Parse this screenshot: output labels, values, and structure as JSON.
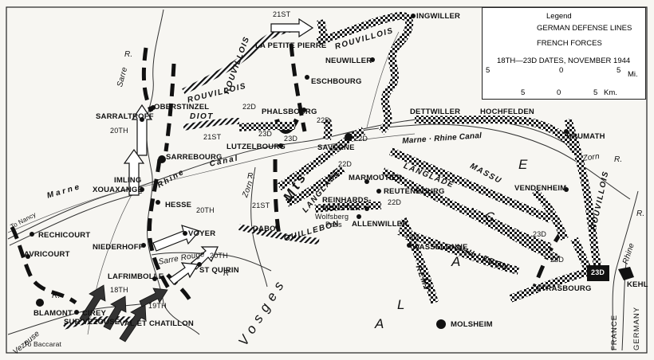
{
  "legend": {
    "title": "Legend",
    "german": "GERMAN DEFENSE LINES",
    "french": "FRENCH FORCES",
    "dates": "18TH—23D DATES, NOVEMBER 1944",
    "mi_ticks": [
      "5",
      "0",
      "5"
    ],
    "mi_unit": "Mi.",
    "km_ticks": [
      "5",
      "0",
      "5"
    ],
    "km_unit": "Km."
  },
  "towns": {
    "ingwiller": "INGWILLER",
    "la_petite_pierre": "LA PETITE PIERRE",
    "neuwiller": "NEUWILLER",
    "eschbourg": "ESCHBOURG",
    "oberstinzel": "OBERSTINZEL",
    "sarraltroff": "SARRALTROFF",
    "phalsbourg": "PHALSBOURG",
    "dettwiller": "DETTWILLER",
    "hochfelden": "HOCHFELDEN",
    "sarrebourg": "SARREBOURG",
    "lutzelbourg": "LUTZELBOURG",
    "saverne": "SAVERNE",
    "brumath": "BRUMATH",
    "imling": "IMLING",
    "xouaxange": "XOUAXANGE",
    "hesse": "HESSE",
    "marmoutier": "MARMOUTIER",
    "reutenbourg": "REUTENBOURG",
    "reinhardsmunster": "REINHARDS-",
    "munster": "MUNSTER",
    "vendenheim": "VENDENHEIM",
    "rechicourt": "RECHICOURT",
    "dabo": "DABO",
    "voyer": "VOYER",
    "wolfsberg": "Wolfsberg",
    "pass": "Pass",
    "allenwiller": "ALLENWILLER",
    "avricourt": "AVRICOURT",
    "niederhoff": "NIEDERHOFF",
    "wasselonne": "WASSELONNE",
    "lafrimbolle": "LAFRIMBOLLE",
    "st_quirin": "ST QUIRIN",
    "strasbourg": "STRASBOURG",
    "kehl": "KEHL",
    "blamont": "BLAMONT",
    "cirey": "CIREY",
    "sur_vezouse": "SUR VEZOUSE",
    "val": "VAL ET CHATILLON",
    "molsheim": "MOLSHEIM",
    "to_nancy": "To Nancy",
    "to_baccarat": "To Baccarat"
  },
  "regions": {
    "alsace": [
      "A",
      "L",
      "S",
      "A",
      "C",
      "E"
    ],
    "vosges": "Vosges",
    "mts": "Mts.",
    "france": "FRANCE",
    "germany": "GERMANY"
  },
  "waterways": {
    "sarre": "Sarre",
    "r1": "R.",
    "marne": "Marne",
    "rhine": "Rhine",
    "canal": "Canal",
    "mr_canal": "Marne · Rhine Canal",
    "zorn": "Zorn",
    "r_zorn": "R.",
    "zorn2": "Zorn",
    "r_zorn2": "R.",
    "rhine_r": "Rhine",
    "r_rhine": "R.",
    "sarre_rouge": "Sarre Rouge",
    "r_sr": "R",
    "vezouse": "Vezouse",
    "r_vez": "R."
  },
  "commanders": {
    "rouvillois_top": "ROUVILLOIS",
    "rouvillois_left": "ROUVILLOIS",
    "rouvillois_mid": "ROUVILLOIS",
    "rouvillois_right": "ROUVILLOIS",
    "diot": "DIOT",
    "langlade_a": "LANGLADE",
    "langlade_b": "LANGLADE",
    "massu": "MASSU",
    "guillebon_a": "GUILLEBON",
    "guillebon_b": "GUILLEBON",
    "remy": "REMY"
  },
  "dates": {
    "d21st_top": "21ST",
    "d20th_a": "20TH",
    "d22d_a": "22D",
    "d21st_b": "21ST",
    "d23d_a": "23D",
    "d23d_b": "23D",
    "d22d_b": "22D",
    "d22d_c": "22D",
    "d22d_d": "22D",
    "d21st_c": "21ST",
    "d22d_e": "22D",
    "d20th_b": "20TH",
    "d20th_c": "20TH",
    "d23d_c": "23D",
    "d18th": "18TH",
    "d19th": "19TH",
    "d23d_d": "23D",
    "d23d_e": "23D",
    "d23d_box": "23D"
  }
}
